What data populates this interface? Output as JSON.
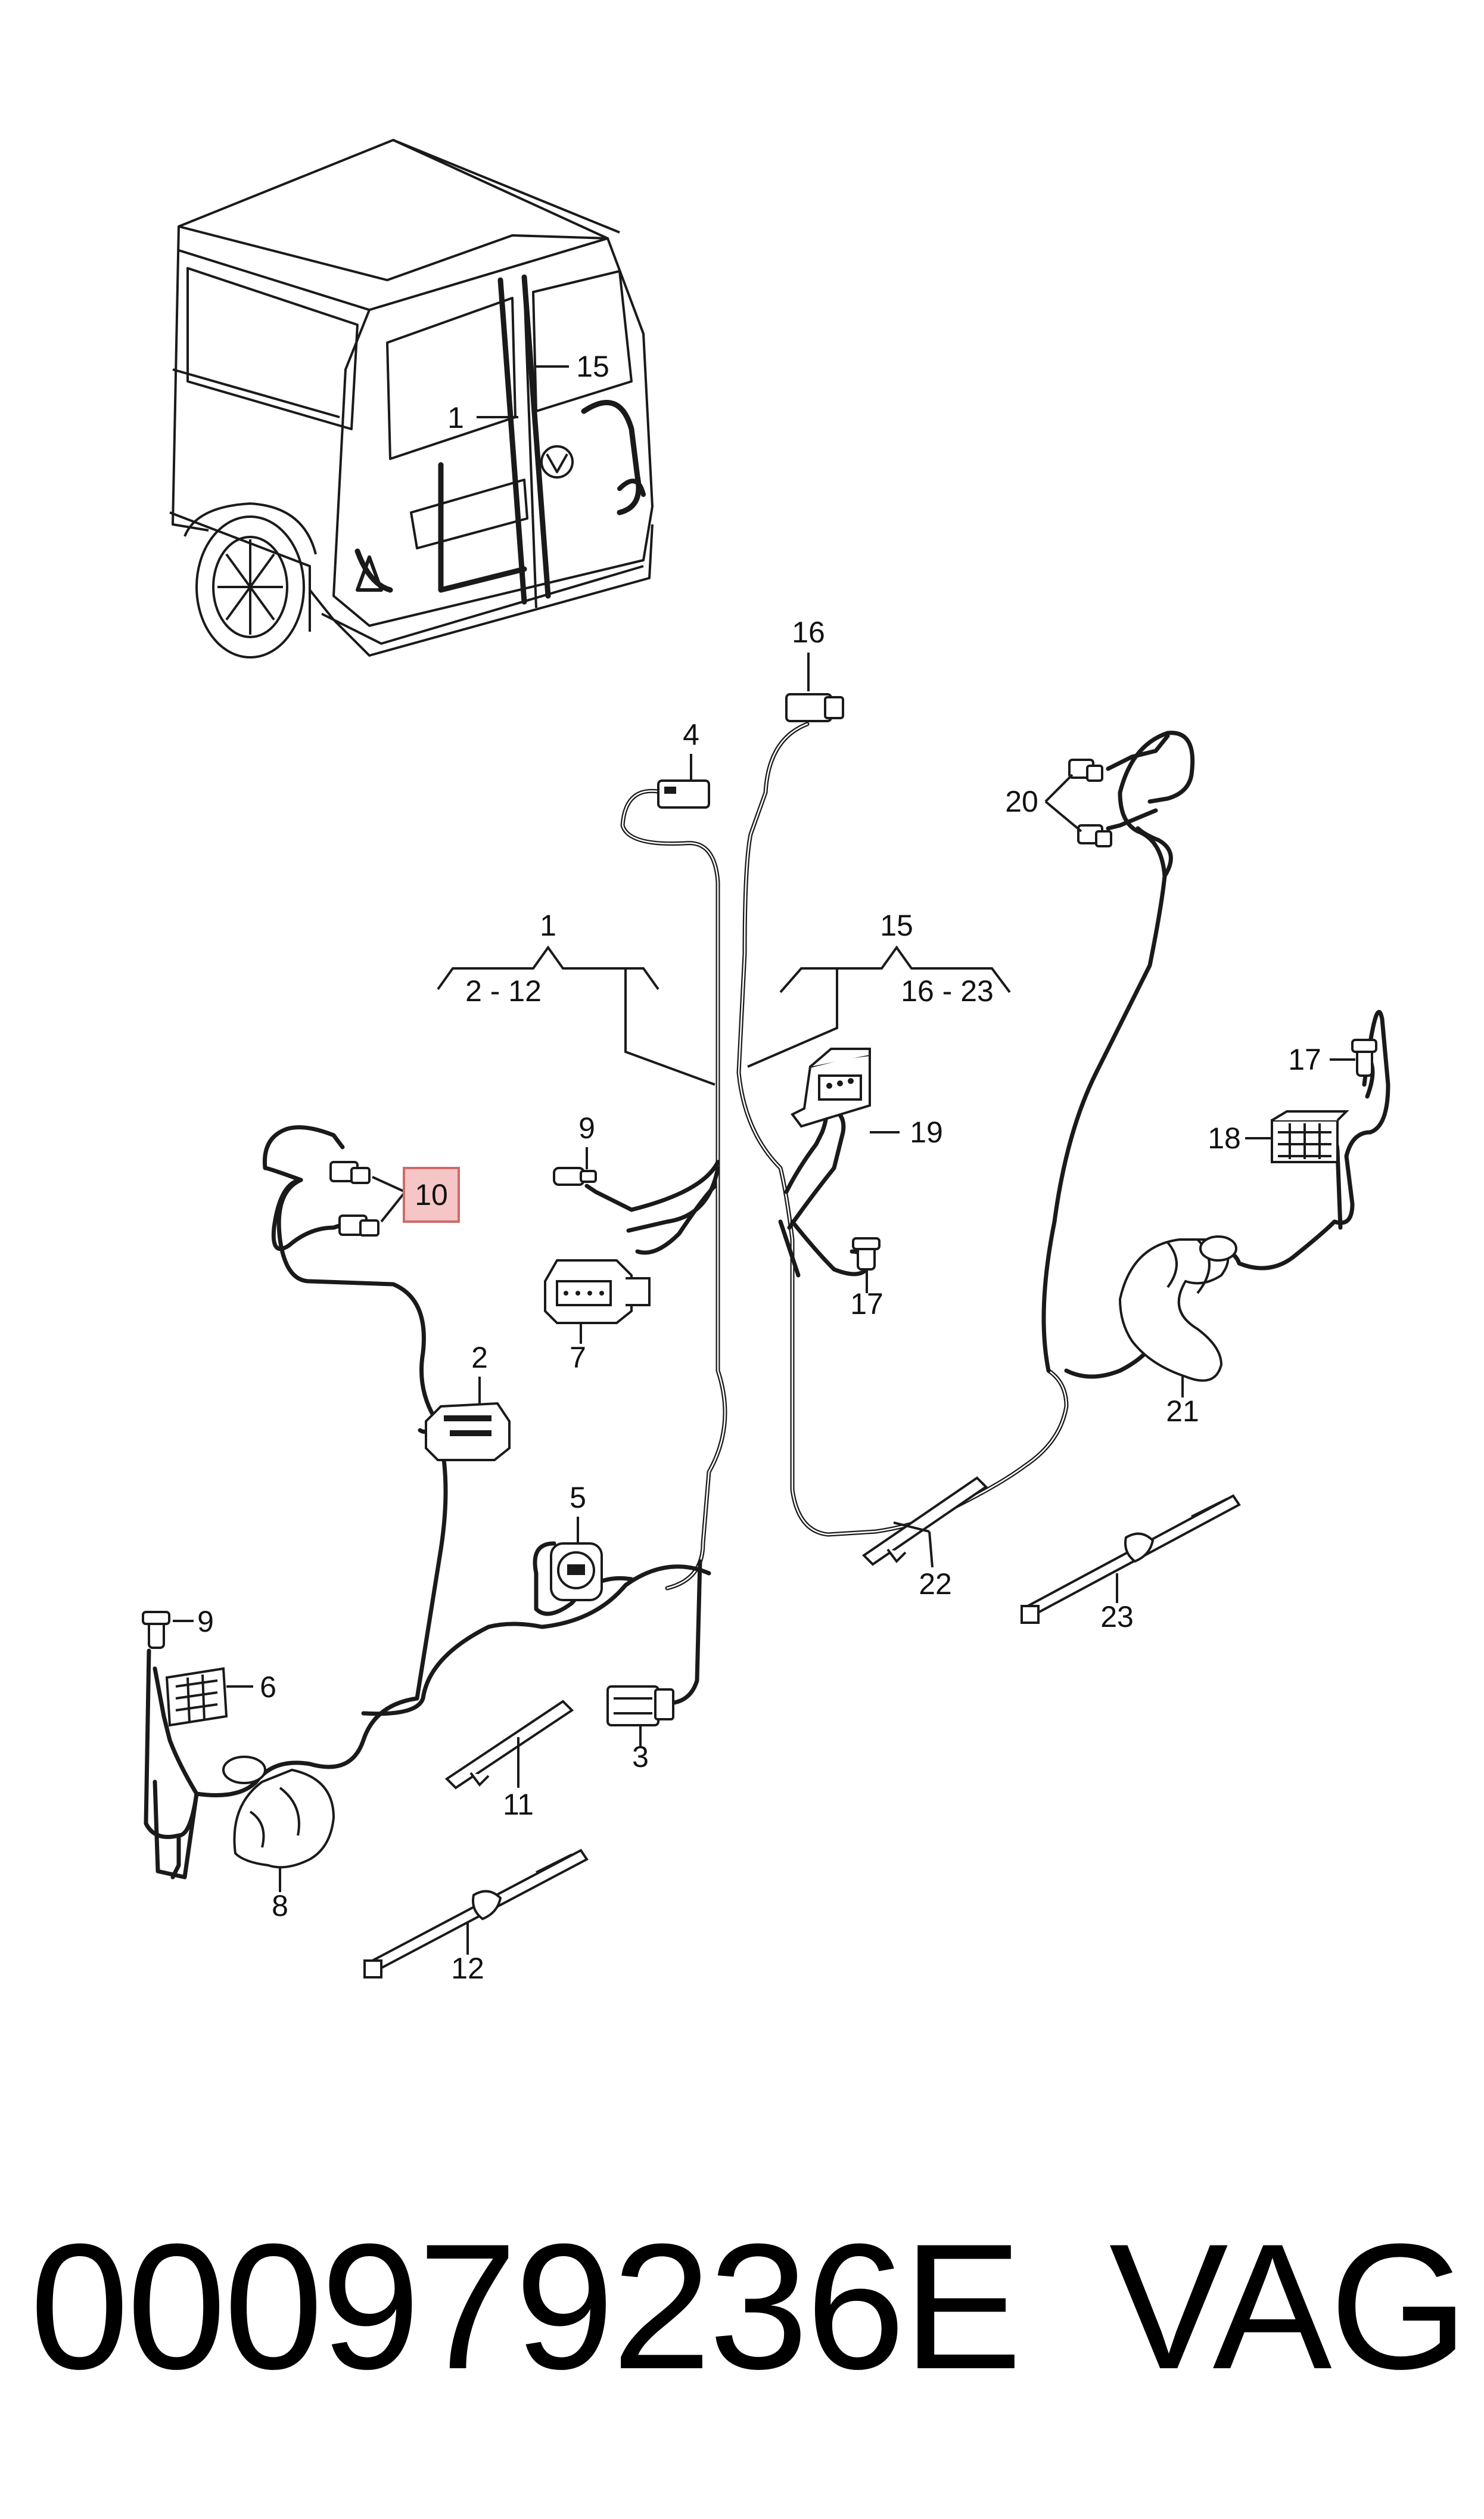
{
  "diagram": {
    "callouts": {
      "c1_top": "1",
      "c15_top": "15",
      "c16": "16",
      "c4": "4",
      "c20": "20",
      "c1_group": "1",
      "c1_range": "2 - 12",
      "c15_group": "15",
      "c15_range": "16 - 23",
      "c17_right": "17",
      "c18": "18",
      "c9_mid": "9",
      "c19": "19",
      "c10": "10",
      "c17_mid": "17",
      "c7": "7",
      "c2": "2",
      "c21": "21",
      "c5": "5",
      "c22": "22",
      "c23": "23",
      "c9_left": "9",
      "c6": "6",
      "c3": "3",
      "c11": "11",
      "c8": "8",
      "c12": "12"
    }
  },
  "footer": {
    "part_number": "000979236E",
    "brand": "VAG"
  },
  "colors": {
    "highlight_fill": "#f6c6c6",
    "highlight_border": "#d06a6a",
    "line": "#1a1a1a"
  }
}
